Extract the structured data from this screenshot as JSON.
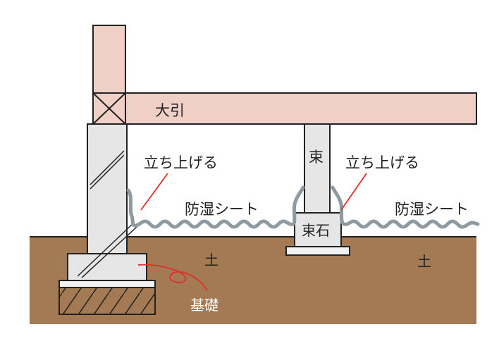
{
  "labels": {
    "beam": "大引",
    "post": "束",
    "post_stone": "束石",
    "raise_left": "立ち上げる",
    "raise_right": "立ち上げる",
    "sheet_left": "防湿シート",
    "sheet_right": "防湿シート",
    "soil_left": "土",
    "soil_right": "土",
    "foundation": "基礎"
  },
  "colors": {
    "wood": "#f0d0c6",
    "concrete": "#e6e6e6",
    "soil": "#a47a55",
    "sheet": "#8f9aa0",
    "pointer": "#e0302a",
    "outline": "#222222"
  }
}
